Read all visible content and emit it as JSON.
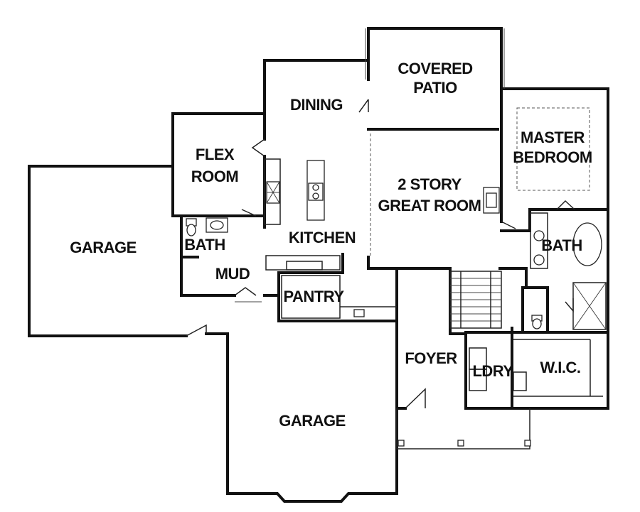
{
  "rooms": {
    "covered_patio": [
      "COVERED",
      "PATIO"
    ],
    "dining": "DINING",
    "master_bedroom": [
      "MASTER",
      "BEDROOM"
    ],
    "flex_room": [
      "FLEX",
      "ROOM"
    ],
    "great_room": [
      "2 STORY",
      "GREAT ROOM"
    ],
    "garage_left": "GARAGE",
    "kitchen": "KITCHEN",
    "bath_small": "BATH",
    "bath_master": "BATH",
    "mud": "MUD",
    "pantry": "PANTRY",
    "foyer": "FOYER",
    "ldry": "LDRY",
    "wic": "W.I.C.",
    "garage_front": "GARAGE"
  }
}
